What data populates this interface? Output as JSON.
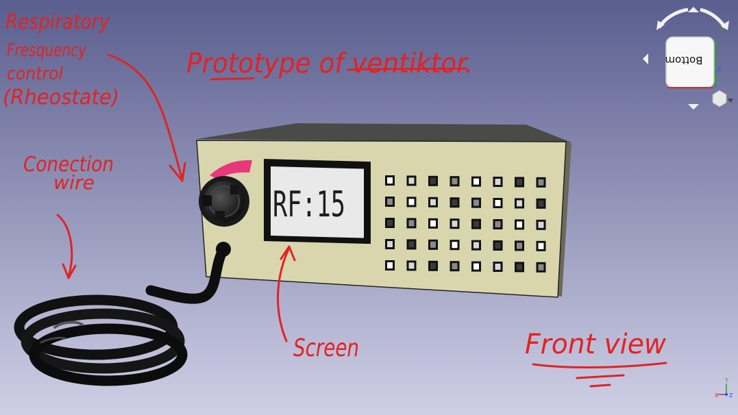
{
  "viewport": {
    "background_top": "#5a5e8e",
    "background_bottom": "#cfcfe6"
  },
  "annotations": {
    "title": "Prototype of ventiktor.",
    "rheostat_label_line1": "Respiratory",
    "rheostat_label_line2": "Fresquency",
    "rheostat_label_line3": "control",
    "rheostat_label_line4": "(Rheostate)",
    "wire_label_line1": "Conection",
    "wire_label_line2": "wire",
    "screen_label": "Screen",
    "view_label": "Front view",
    "ink_color": "#e32222"
  },
  "device": {
    "display_text": "RF:15",
    "body_color": "#d9d6ae",
    "knob_indicator_color": "#e8387a"
  },
  "navigation_cube": {
    "face_label": "Bottom"
  },
  "axis_indicator": {
    "x": "X",
    "y": "Y",
    "z": "Z"
  }
}
